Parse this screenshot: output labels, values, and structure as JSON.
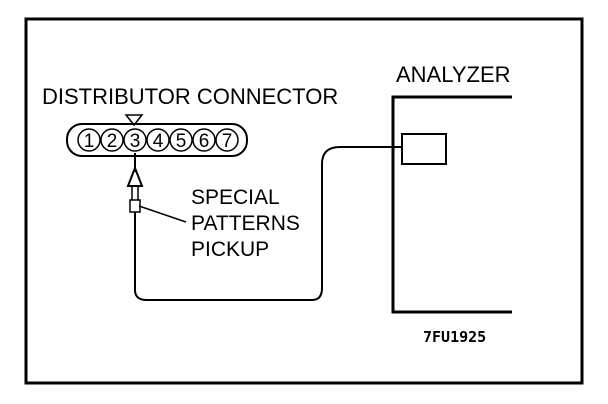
{
  "labels": {
    "analyzer": "ANALYZER",
    "distributor_connector": "DISTRIBUTOR CONNECTOR",
    "pickup_line1": "SPECIAL",
    "pickup_line2": "PATTERNS",
    "pickup_line3": "PICKUP",
    "figure_code": "7FU1925"
  },
  "connector": {
    "pins": [
      "1",
      "2",
      "3",
      "4",
      "5",
      "6",
      "7"
    ],
    "connected_pin": "3"
  },
  "colors": {
    "line": "#000000",
    "background": "#ffffff"
  }
}
